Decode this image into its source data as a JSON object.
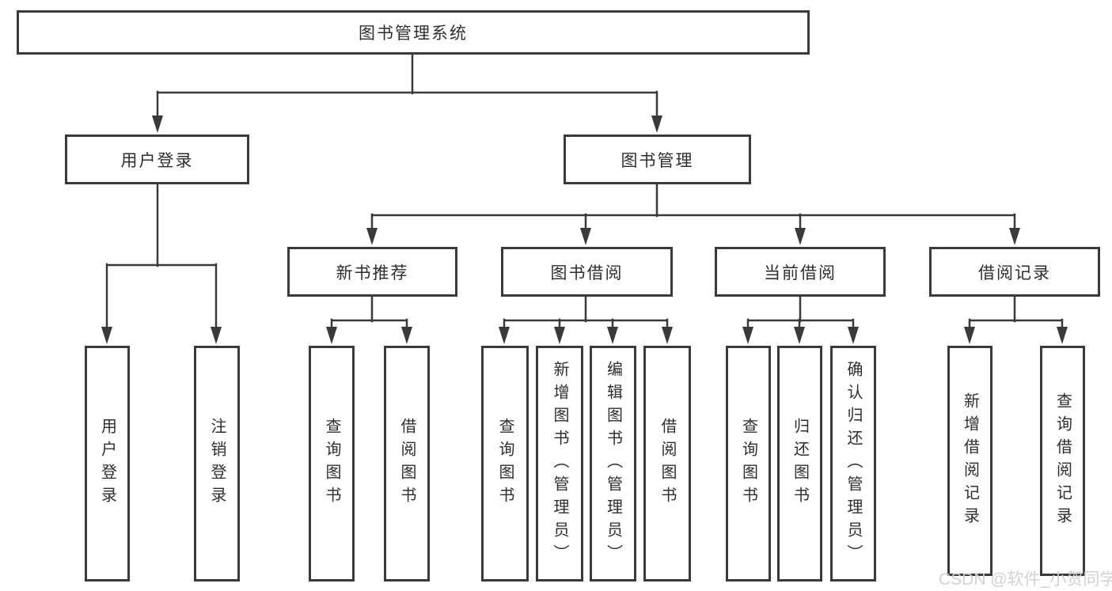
{
  "tree": {
    "label": "图书管理系统",
    "children": [
      {
        "label": "用户登录",
        "children": [
          {
            "label": "用户登录"
          },
          {
            "label": "注销登录"
          }
        ]
      },
      {
        "label": "图书管理",
        "children": [
          {
            "label": "新书推荐",
            "children": [
              {
                "label": "查询图书"
              },
              {
                "label": "借阅图书"
              }
            ]
          },
          {
            "label": "图书借阅",
            "children": [
              {
                "label": "查询图书"
              },
              {
                "label": "新增图书（管理员）"
              },
              {
                "label": "编辑图书（管理员）"
              },
              {
                "label": "借阅图书"
              }
            ]
          },
          {
            "label": "当前借阅",
            "children": [
              {
                "label": "查询图书"
              },
              {
                "label": "归还图书"
              },
              {
                "label": "确认归还（管理员）"
              }
            ]
          },
          {
            "label": "借阅记录",
            "children": [
              {
                "label": "新增借阅记录"
              },
              {
                "label": "查询借阅记录"
              }
            ]
          }
        ]
      }
    ]
  },
  "watermark": "CSDN @软件_小贺同学",
  "colors": {
    "line": "#3a3a3a",
    "text": "#2e2e2e",
    "watermark": "#d0d0d0",
    "background": "#ffffff"
  }
}
